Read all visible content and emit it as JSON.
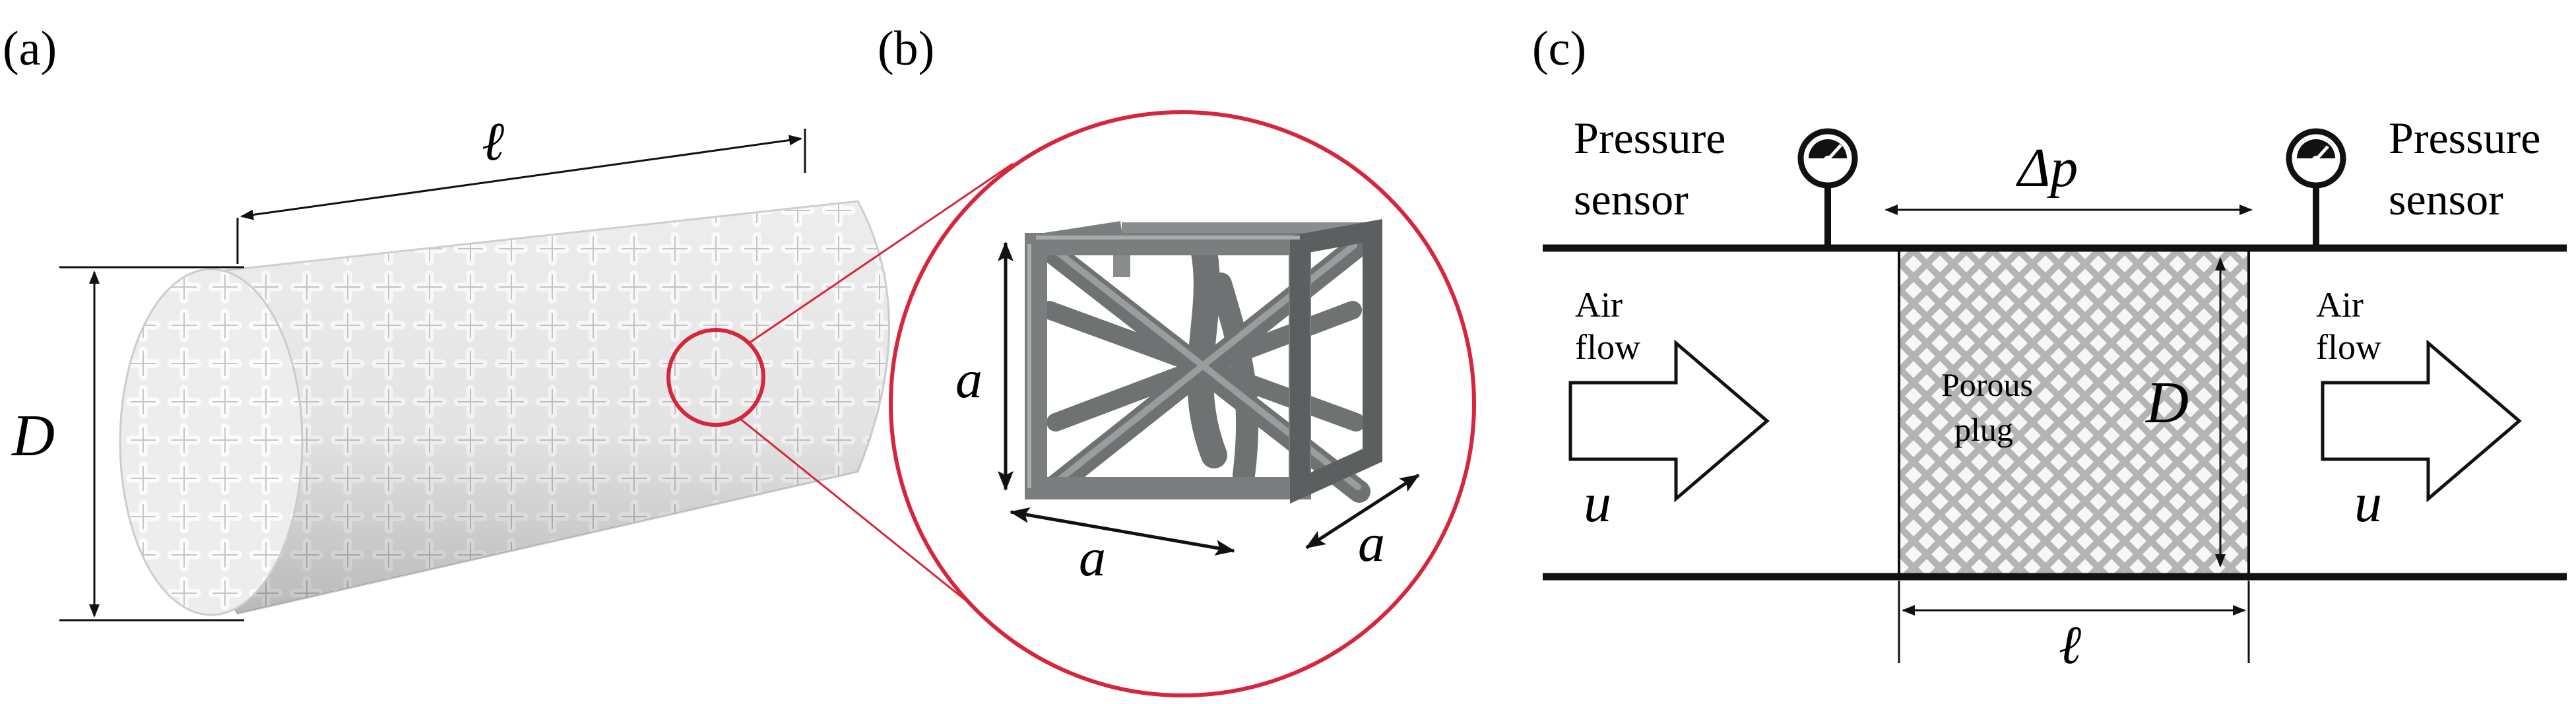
{
  "panels": {
    "a": {
      "label": "(a)",
      "length_symbol": "ℓ",
      "diameter_symbol": "D"
    },
    "b": {
      "label": "(b)",
      "cell_size_symbol": "a"
    },
    "c": {
      "label": "(c)",
      "left_sensor_line1": "Pressure",
      "left_sensor_line2": "sensor",
      "right_sensor_line1": "Pressure",
      "right_sensor_line2": "sensor",
      "pressure_drop_symbol": "Δp",
      "inlet_flow_line1": "Air",
      "inlet_flow_line2": "flow",
      "outlet_flow_line1": "Air",
      "outlet_flow_line2": "flow",
      "velocity_symbol": "u",
      "plug_line1": "Porous",
      "plug_line2": "plug",
      "diameter_symbol": "D",
      "length_symbol": "ℓ"
    }
  },
  "colors": {
    "accent": "#d6263c",
    "line": "#111111",
    "cylinder": "#eeeeee",
    "cylinder_shadow": "#bdbdbd",
    "unit_cell": "#7a7d7d",
    "unit_cell_dark": "#565959",
    "plug_fill": "#b5b5b5"
  }
}
